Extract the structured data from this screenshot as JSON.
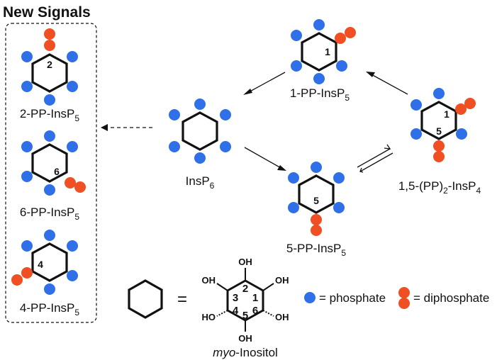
{
  "title": "New Signals",
  "labels": {
    "pp2": {
      "main": "2-PP-InsP",
      "sub": "5"
    },
    "pp6": {
      "main": "6-PP-InsP",
      "sub": "5"
    },
    "pp4": {
      "main": "4-PP-InsP",
      "sub": "5"
    },
    "insp6": {
      "main": "InsP",
      "sub": "6"
    },
    "pp1": {
      "main": "1-PP-InsP",
      "sub": "5"
    },
    "pp5": {
      "main": "5-PP-InsP",
      "sub": "5"
    },
    "bis": {
      "pre": "1,5-(PP)",
      "sub": "2",
      "post": "-InsP",
      "sub2": "4"
    }
  },
  "positions": {
    "pp2": "2",
    "pp6": "6",
    "pp4": "4",
    "pp1": "1",
    "pp5": "5",
    "bis_1": "1",
    "bis_5": "5"
  },
  "legend": {
    "equals": "=",
    "phosphate": "= phosphate",
    "diphosphate": "= diphosphate",
    "inositol_italic": "myo",
    "inositol_rest": "-Inositol",
    "oh": "OH",
    "ho": "HO",
    "ring_numbers": [
      "1",
      "2",
      "3",
      "4",
      "5",
      "6"
    ]
  },
  "colors": {
    "phosphate": "#2f6fe8",
    "diphosphate": "#f04e23",
    "bond": "#111111"
  },
  "icons": {
    "phosphate": "blue-circle",
    "diphosphate": "stacked-orange-circles",
    "reaction-arrow": "arrow",
    "equilibrium-arrow": "harpoon-pair"
  }
}
